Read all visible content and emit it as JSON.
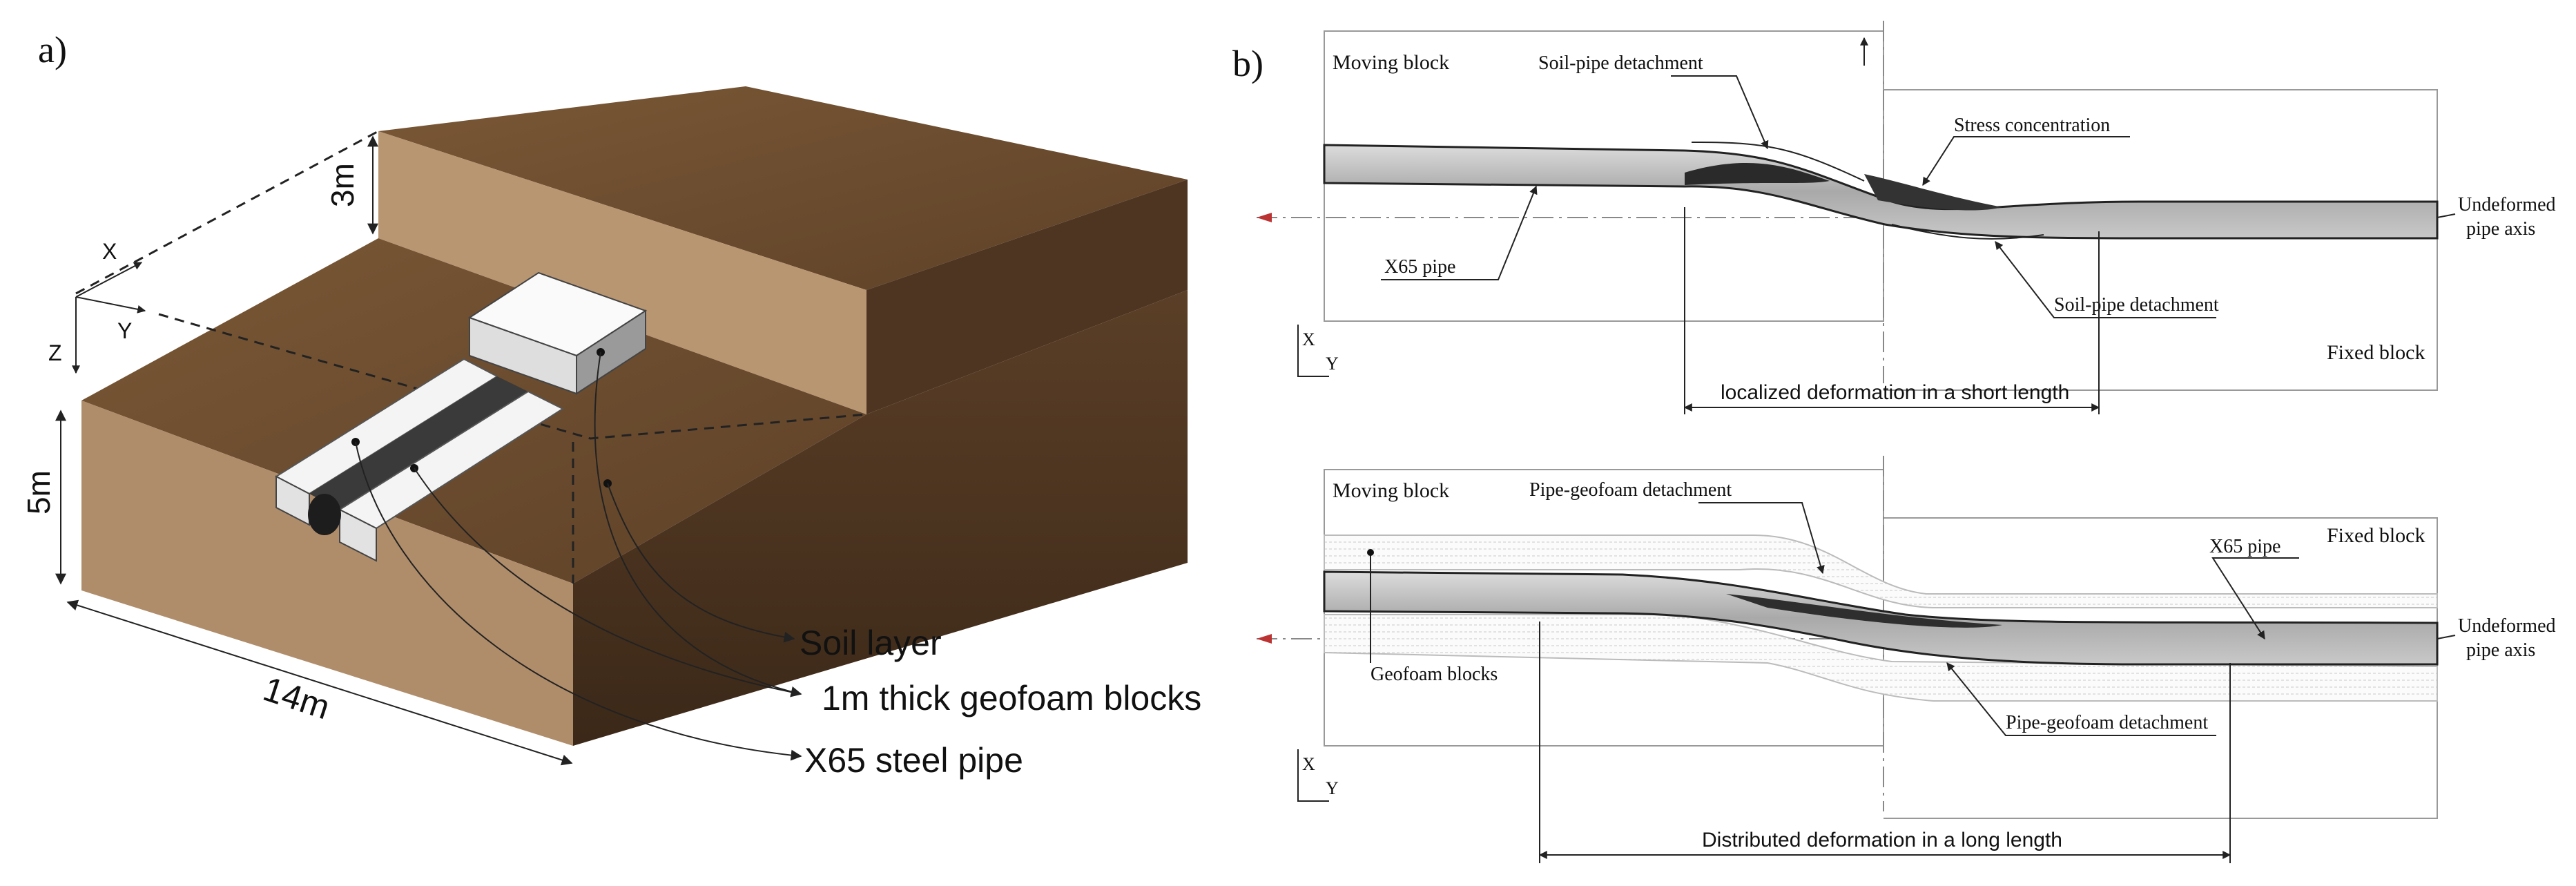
{
  "panel_a": {
    "label": "a)",
    "dims": {
      "height_top": "3m",
      "height_front": "5m",
      "length": "14m"
    },
    "axes": {
      "x": "X",
      "y": "Y",
      "z": "Z"
    },
    "legend": [
      "Soil layer",
      "1m thick geofoam blocks",
      "X65 steel pipe"
    ],
    "colors": {
      "soil_top": "#6e4e31",
      "soil_front": "#b08d6a",
      "soil_side": "#4a3420",
      "geofoam": "#f2f2f2",
      "pipe": "#333333"
    }
  },
  "panel_b": {
    "label": "b)",
    "top": {
      "moving_block": "Moving block",
      "fixed_block": "Fixed block",
      "soil_pipe_detachment_top": "Soil-pipe detachment",
      "stress_concentration": "Stress concentration",
      "x65_pipe": "X65 pipe",
      "soil_pipe_detachment_bottom": "Soil-pipe detachment",
      "undeformed_axis": [
        "Undeformed",
        "pipe axis"
      ],
      "deformation_note": "localized deformation in a short length",
      "axes": {
        "x": "X",
        "y": "Y"
      }
    },
    "bottom": {
      "moving_block": "Moving block",
      "fixed_block": "Fixed block",
      "pipe_geofoam_detachment_top": "Pipe-geofoam detachment",
      "x65_pipe": "X65 pipe",
      "geofoam_blocks": "Geofoam blocks",
      "pipe_geofoam_detachment_bottom": "Pipe-geofoam detachment",
      "undeformed_axis": [
        "Undeformed",
        "pipe axis"
      ],
      "deformation_note": "Distributed deformation in a long length",
      "axes": {
        "x": "X",
        "y": "Y"
      }
    }
  }
}
